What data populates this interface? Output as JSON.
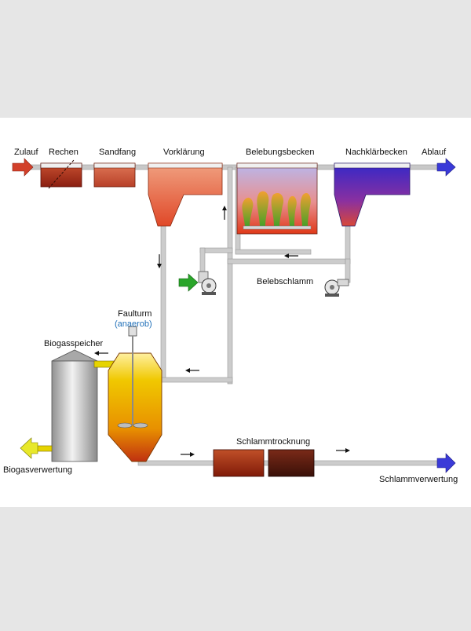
{
  "labels": {
    "zulauf": "Zulauf",
    "rechen": "Rechen",
    "sandfang": "Sandfang",
    "vorklaerung": "Vorklärung",
    "belebungsbecken": "Belebungsbecken",
    "nachklaerbecken": "Nachklärbecken",
    "ablauf": "Ablauf",
    "belebschlamm": "Belebschlamm",
    "faulturm": "Faulturm",
    "anaerob": "(anaerob)",
    "biogasspeicher": "Biogasspeicher",
    "biogasverwertung": "Biogasverwertung",
    "schlammtrocknung": "Schlammtrocknung",
    "schlammverwertung": "Schlammverwertung"
  },
  "colors": {
    "inflow_arrow": "#d2402a",
    "outflow_arrow": "#3a3ad8",
    "pump_arrow": "#2aa52a",
    "biogas_arrow": "#e8e82a",
    "pipe": "#c8c8c8"
  }
}
